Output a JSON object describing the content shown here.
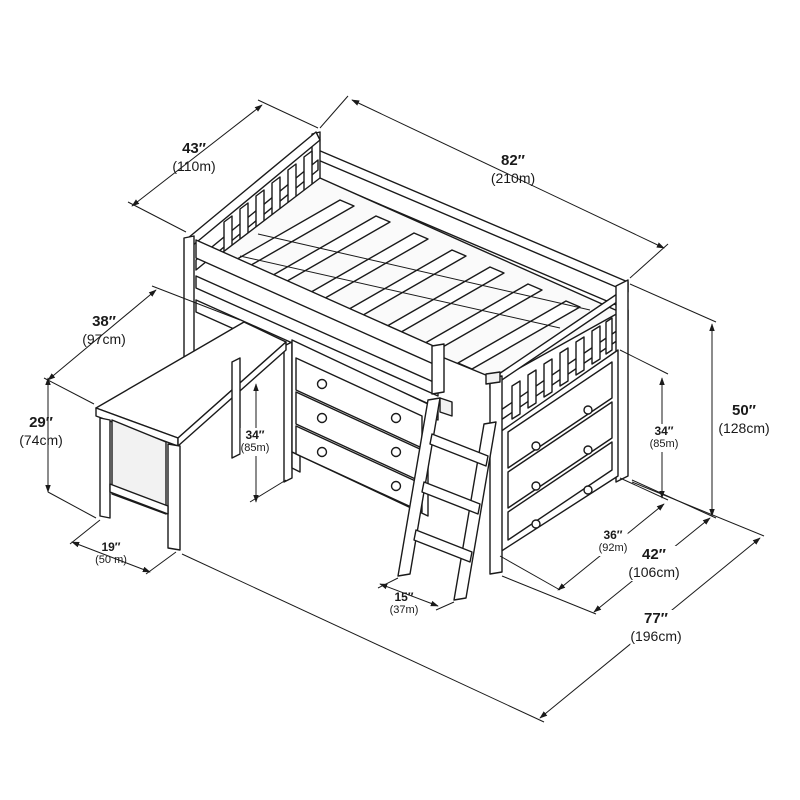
{
  "dimensions": {
    "bed_depth": {
      "main": "43″",
      "sub": "(110m)"
    },
    "bed_length": {
      "main": "82″",
      "sub": "(210m)"
    },
    "desk_length": {
      "main": "38″",
      "sub": "(97cm)"
    },
    "desk_height": {
      "main": "29″",
      "sub": "(74cm)"
    },
    "dresser_height": {
      "main": "34″",
      "sub": "(85m)"
    },
    "chest_height": {
      "main": "34″",
      "sub": "(85m)"
    },
    "total_height": {
      "main": "50″",
      "sub": "(128cm)"
    },
    "desk_depth": {
      "main": "19″",
      "sub": "(50 m)"
    },
    "ladder_width": {
      "main": "15″",
      "sub": "(37m)"
    },
    "chest_width": {
      "main": "36″",
      "sub": "(92m)"
    },
    "overall_depth": {
      "main": "42″",
      "sub": "(106cm)"
    },
    "overall_length": {
      "main": "77″",
      "sub": "(196cm)"
    }
  },
  "colors": {
    "line": "#1a1a1a",
    "fill": "#ffffff",
    "shade": "#f2f2f2"
  }
}
